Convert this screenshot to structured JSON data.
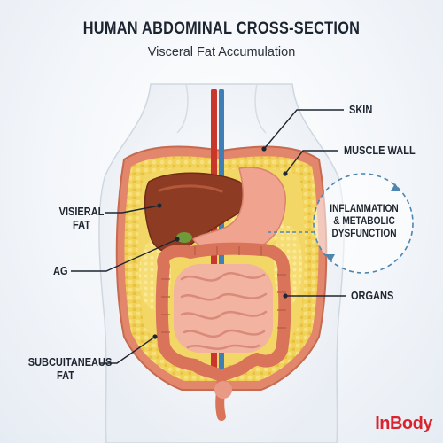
{
  "title": "HUMAN ABDOMINAL CROSS-SECTION",
  "subtitle": "Visceral Fat Accumulation",
  "labels": {
    "skin": "SKIN",
    "muscle_wall": "MUSCLE WALL",
    "visceral_fat_line1": "VISIERAL",
    "visceral_fat_line2": "FAT",
    "ag": "AG",
    "organs": "ORGANS",
    "subcutaneous_line1": "SUBCUITANEAUS",
    "subcutaneous_line2": "FAT",
    "inflammation_line1": "INFLAMMATION",
    "inflammation_line2": "& METABOLIC",
    "inflammation_line3": "DYSFUNCTION"
  },
  "brand": "InBody",
  "colors": {
    "fat": "#f2d35a",
    "muscle": "#e2876b",
    "liver": "#8e3b23",
    "stomach": "#f0a38f",
    "small_intestine": "#f2b3a0",
    "colon": "#d9745a",
    "artery": "#c9372c",
    "vein": "#3f7fb6",
    "cycle_arrow": "#4f86b0",
    "brand": "#d9232e"
  }
}
